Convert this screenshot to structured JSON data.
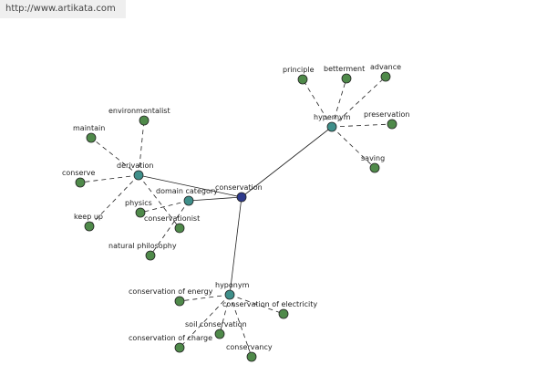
{
  "watermark": {
    "text": "http://www.artikata.com"
  },
  "colors": {
    "center": "#2e3a8c",
    "relation": "#3f8f8a",
    "leaf": "#4f8a4a"
  },
  "graph": {
    "center": {
      "id": "conservation",
      "label": "conservation"
    },
    "relations": [
      {
        "id": "hypernym",
        "label": "hypernym",
        "leaves": [
          "principle",
          "betterment",
          "advance",
          "preservation",
          "saving"
        ]
      },
      {
        "id": "derivation",
        "label": "derivation",
        "leaves": [
          "environmentalist",
          "maintain",
          "conserve",
          "keep up",
          "conservationist"
        ]
      },
      {
        "id": "domain-category",
        "label": "domain category",
        "leaves": [
          "physics",
          "natural philosophy"
        ]
      },
      {
        "id": "hyponym",
        "label": "hyponym",
        "leaves": [
          "conservation of energy",
          "conservation of electricity",
          "soil conservation",
          "conservation of charge",
          "conservancy"
        ]
      }
    ]
  }
}
